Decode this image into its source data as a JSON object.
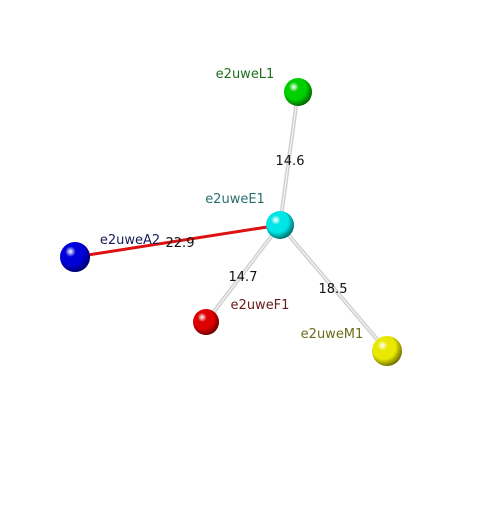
{
  "nodes": [
    {
      "id": "E1",
      "label": "e2uweE1",
      "fill": "#00e5e5",
      "label_color": "#2a6f6f"
    },
    {
      "id": "L1",
      "label": "e2uweL1",
      "fill": "#00d000",
      "label_color": "#1f6e1f"
    },
    {
      "id": "A2",
      "label": "e2uweA2",
      "fill": "#0000d8",
      "label_color": "#1a1a5a"
    },
    {
      "id": "F1",
      "label": "e2uweF1",
      "fill": "#dd0000",
      "label_color": "#6a1a1a"
    },
    {
      "id": "M1",
      "label": "e2uweM1",
      "fill": "#e8e800",
      "label_color": "#6b6b1a"
    }
  ],
  "edges": [
    {
      "from": "E1",
      "to": "L1",
      "label": "14.6",
      "color": "#d0d0d0"
    },
    {
      "from": "E1",
      "to": "A2",
      "label": "22.9",
      "color": "#dd1111"
    },
    {
      "from": "E1",
      "to": "F1",
      "label": "14.7",
      "color": "#d0d0d0"
    },
    {
      "from": "E1",
      "to": "M1",
      "label": "18.5",
      "color": "#d0d0d0"
    }
  ]
}
